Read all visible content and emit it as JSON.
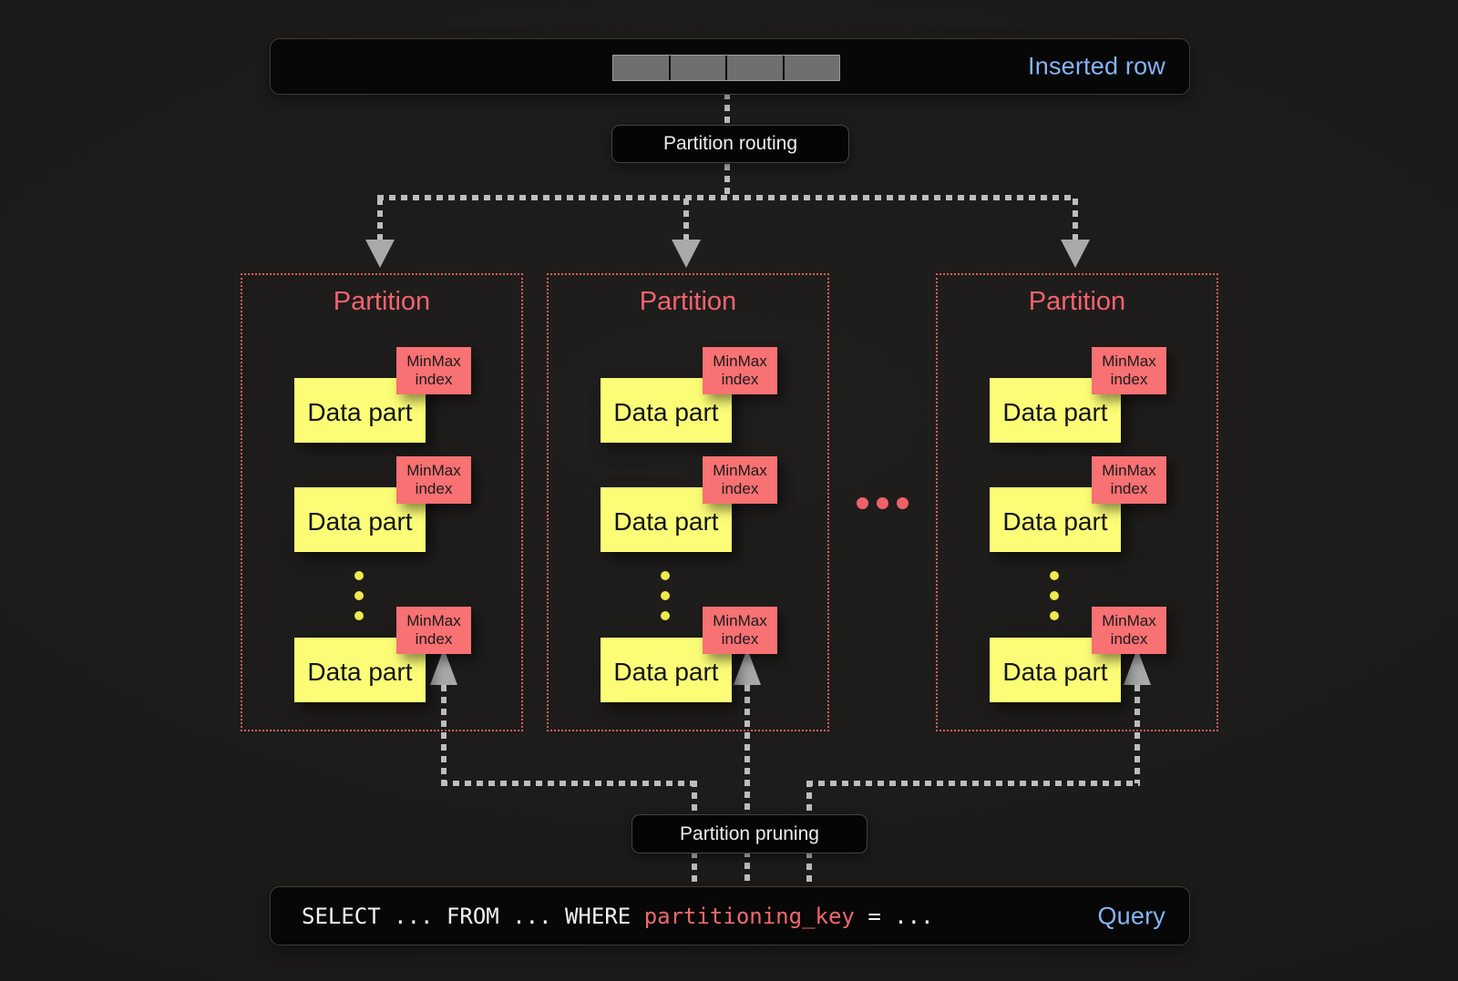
{
  "inserted_row": {
    "label": "Inserted row",
    "segment_count": 4
  },
  "routing_tag": {
    "label": "Partition routing"
  },
  "pruning_tag": {
    "label": "Partition pruning"
  },
  "partitions": [
    {
      "title": "Partition",
      "parts": [
        {
          "label": "Data part",
          "index_label": "MinMax index"
        },
        {
          "label": "Data part",
          "index_label": "MinMax index"
        },
        {
          "label": "Data part",
          "index_label": "MinMax index"
        }
      ]
    },
    {
      "title": "Partition",
      "parts": [
        {
          "label": "Data part",
          "index_label": "MinMax index"
        },
        {
          "label": "Data part",
          "index_label": "MinMax index"
        },
        {
          "label": "Data part",
          "index_label": "MinMax index"
        }
      ]
    },
    {
      "title": "Partition",
      "parts": [
        {
          "label": "Data part",
          "index_label": "MinMax index"
        },
        {
          "label": "Data part",
          "index_label": "MinMax index"
        },
        {
          "label": "Data part",
          "index_label": "MinMax index"
        }
      ]
    }
  ],
  "more_partitions_ellipsis": "...",
  "query": {
    "code_prefix": "SELECT ... FROM ... WHERE ",
    "code_keyword": "partitioning_key",
    "code_suffix": " = ...",
    "label": "Query"
  },
  "colors": {
    "background": "#1c1b19",
    "panel_bg": "#070707",
    "panel_border": "#3e3c3a",
    "accent_blue": "#85b4f6",
    "partition_red": "#f2636f",
    "partition_border": "#df5c62",
    "minmax_bg": "#f87173",
    "data_part_yellow": "#fbfd77",
    "dot_yellow": "#efe94e",
    "ellipsis_pink": "#f0606a",
    "arrow_gray": "#bdbdbd",
    "code_keyword_pink": "#ef686c",
    "row_segment_gray": "#6f6f6f"
  }
}
